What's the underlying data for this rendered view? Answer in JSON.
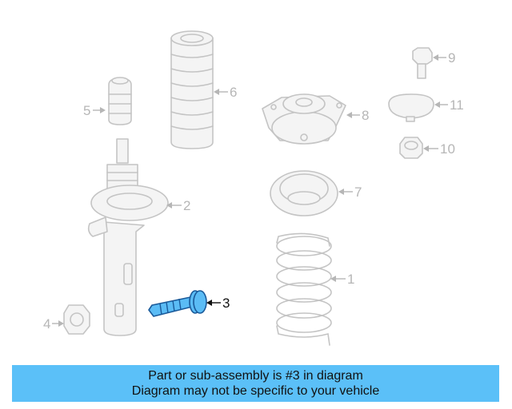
{
  "diagram": {
    "colors": {
      "highlight": "#5bbcf5",
      "banner": "#5bc0f8",
      "part_outline": "#c4c4c4",
      "label_gray": "#b6b6b6"
    },
    "highlighted_part": "3",
    "callouts": {
      "c1": "1",
      "c2": "2",
      "c3": "3",
      "c4": "4",
      "c5": "5",
      "c6": "6",
      "c7": "7",
      "c8": "8",
      "c9": "9",
      "c10": "10",
      "c11": "11"
    }
  },
  "banner": {
    "line1": "Part or sub-assembly is #3 in diagram",
    "line2": "Diagram may not be specific to your vehicle"
  }
}
